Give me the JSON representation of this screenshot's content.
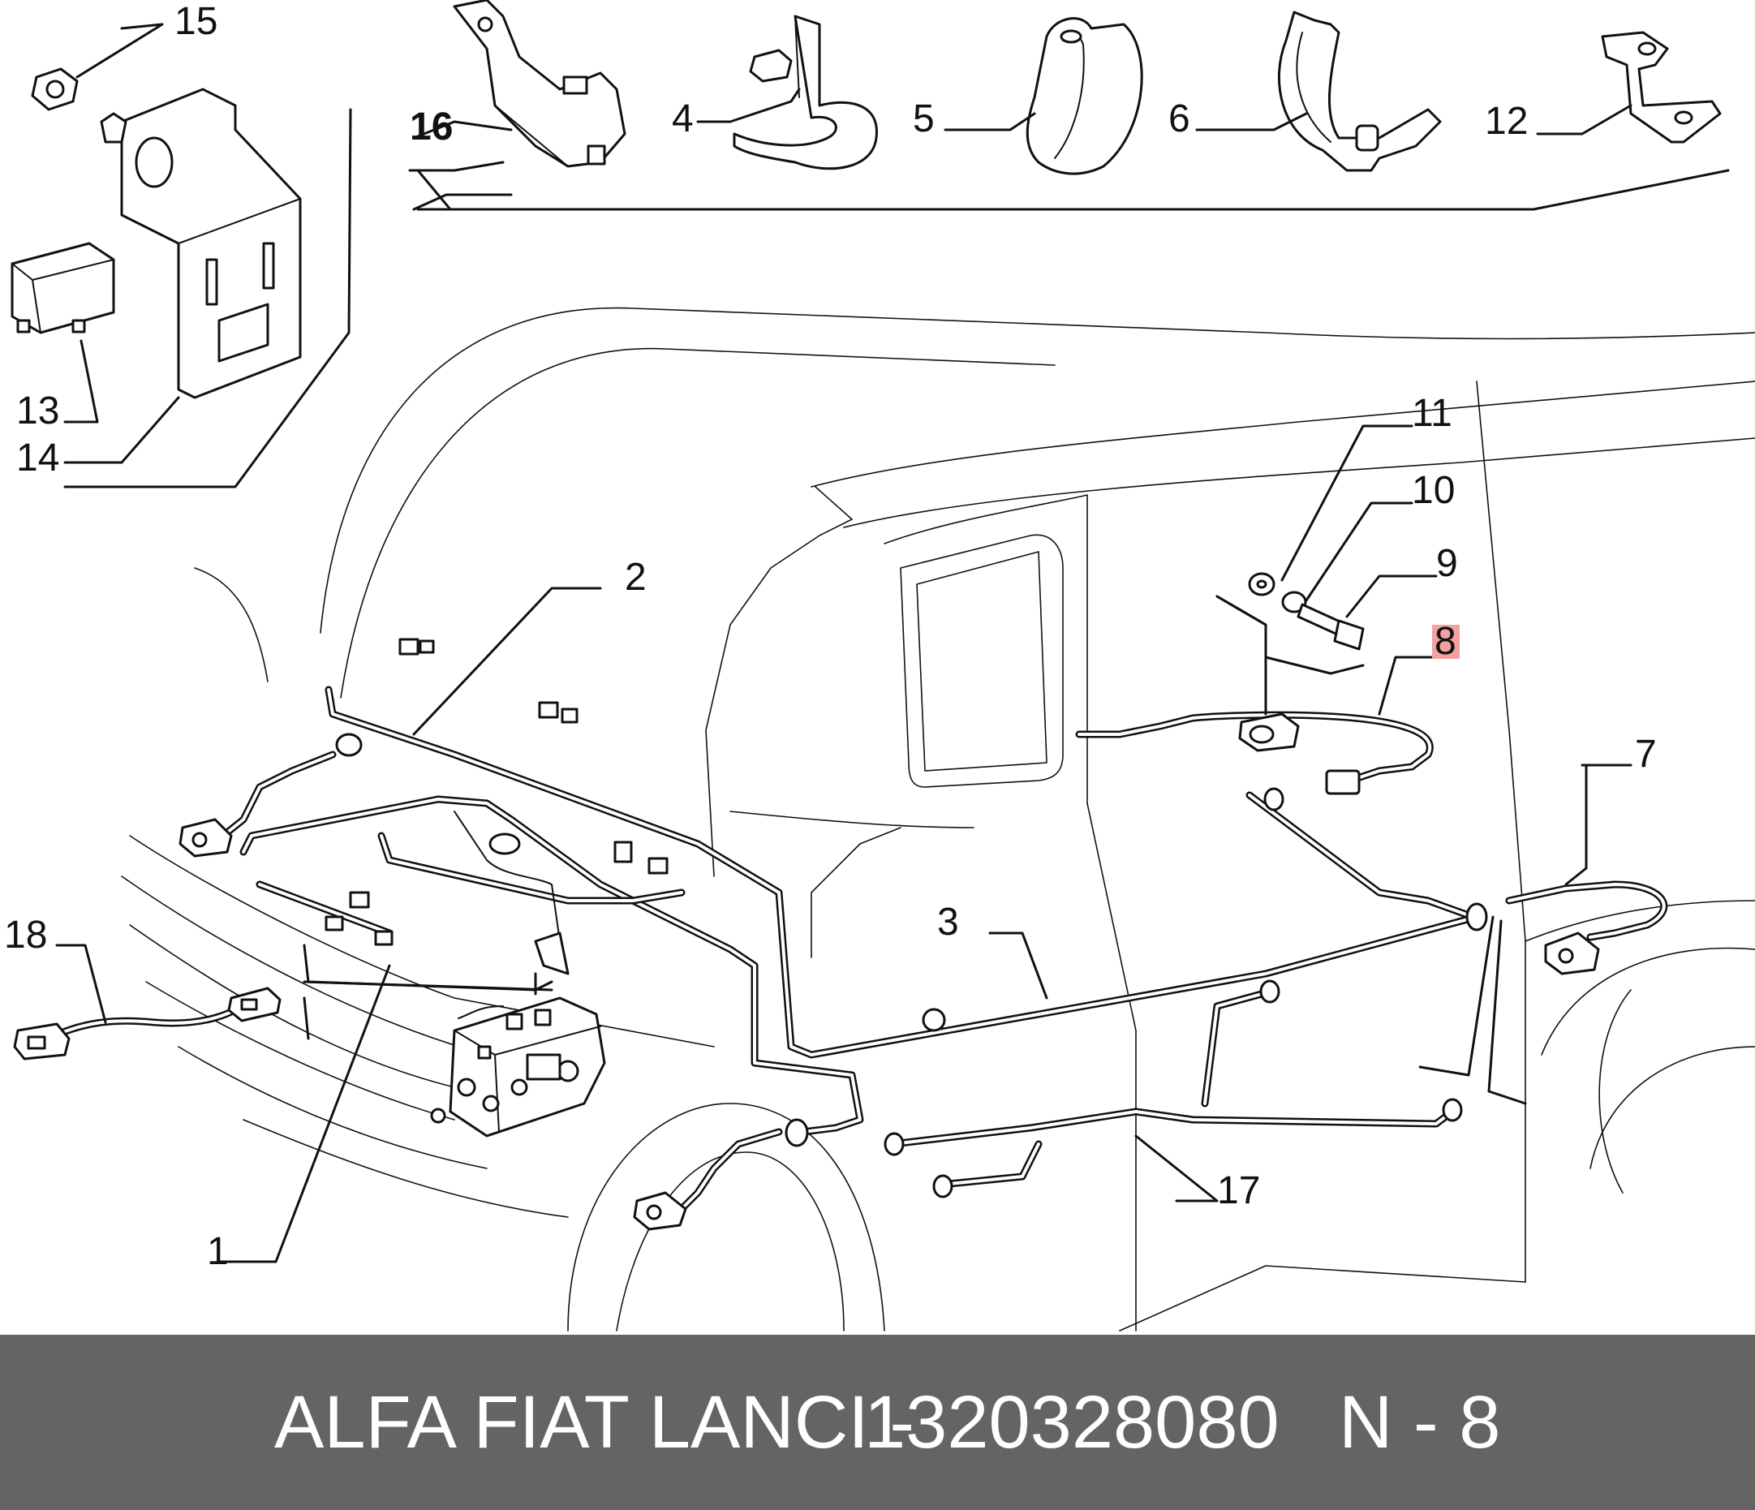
{
  "callouts": {
    "c1": "1",
    "c2": "2",
    "c3": "3",
    "c4": "4",
    "c5": "5",
    "c6": "6",
    "c7": "7",
    "c8": "8",
    "c9": "9",
    "c10": "10",
    "c11": "11",
    "c12": "12",
    "c13": "13",
    "c14": "14",
    "c15": "15",
    "c16": "16",
    "c17": "17",
    "c18": "18"
  },
  "highlight_color": "#f4a0a0",
  "footer": {
    "brand": "ALFA FIAT LANCI -",
    "part_number": "1320328080",
    "page": "N - 8",
    "background": "#646464"
  }
}
